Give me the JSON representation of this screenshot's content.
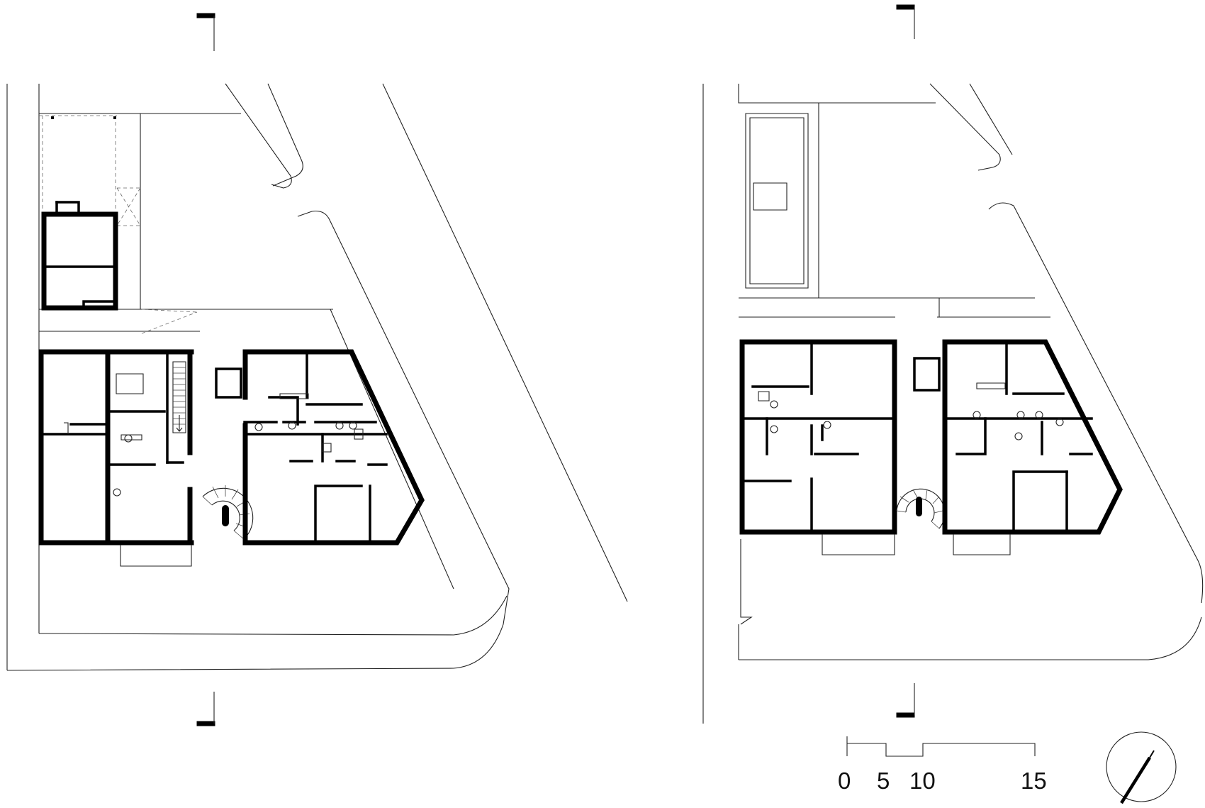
{
  "drawing": {
    "type": "architectural floor plans",
    "plans": [
      {
        "id": "ground-floor-plan"
      },
      {
        "id": "upper-floor-plan"
      }
    ]
  },
  "scale_bar": {
    "labels": [
      "0",
      "5",
      "10",
      "15"
    ]
  },
  "north_arrow": {
    "icon": "north-arrow-icon"
  },
  "colors": {
    "ink": "#000000",
    "background": "#ffffff"
  }
}
